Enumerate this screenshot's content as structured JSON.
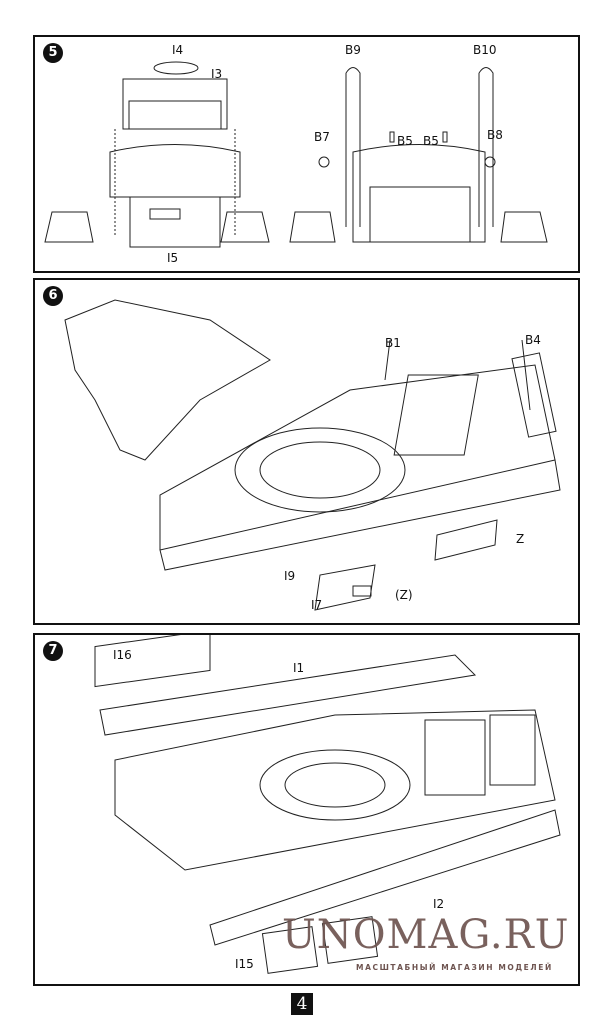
{
  "steps": [
    {
      "number": "5",
      "labels": {
        "i4": "I4",
        "i3": "I3",
        "i5": "I5",
        "b9": "B9",
        "b10": "B10",
        "b7": "B7",
        "b8": "B8",
        "b5a": "B5",
        "b5b": "B5"
      }
    },
    {
      "number": "6",
      "labels": {
        "b1": "B1",
        "b4": "B4",
        "z": "Z",
        "i9": "I9",
        "i7": "I7",
        "z_paren": "(Z)"
      }
    },
    {
      "number": "7",
      "labels": {
        "i16": "I16",
        "i1": "I1",
        "i2": "I2",
        "i15": "I15"
      }
    }
  ],
  "watermark": {
    "brand": "UNOMAG.RU",
    "tagline": "МАСШТАБНЫЙ МАГАЗИН МОДЕЛЕЙ"
  },
  "page_number": "4"
}
